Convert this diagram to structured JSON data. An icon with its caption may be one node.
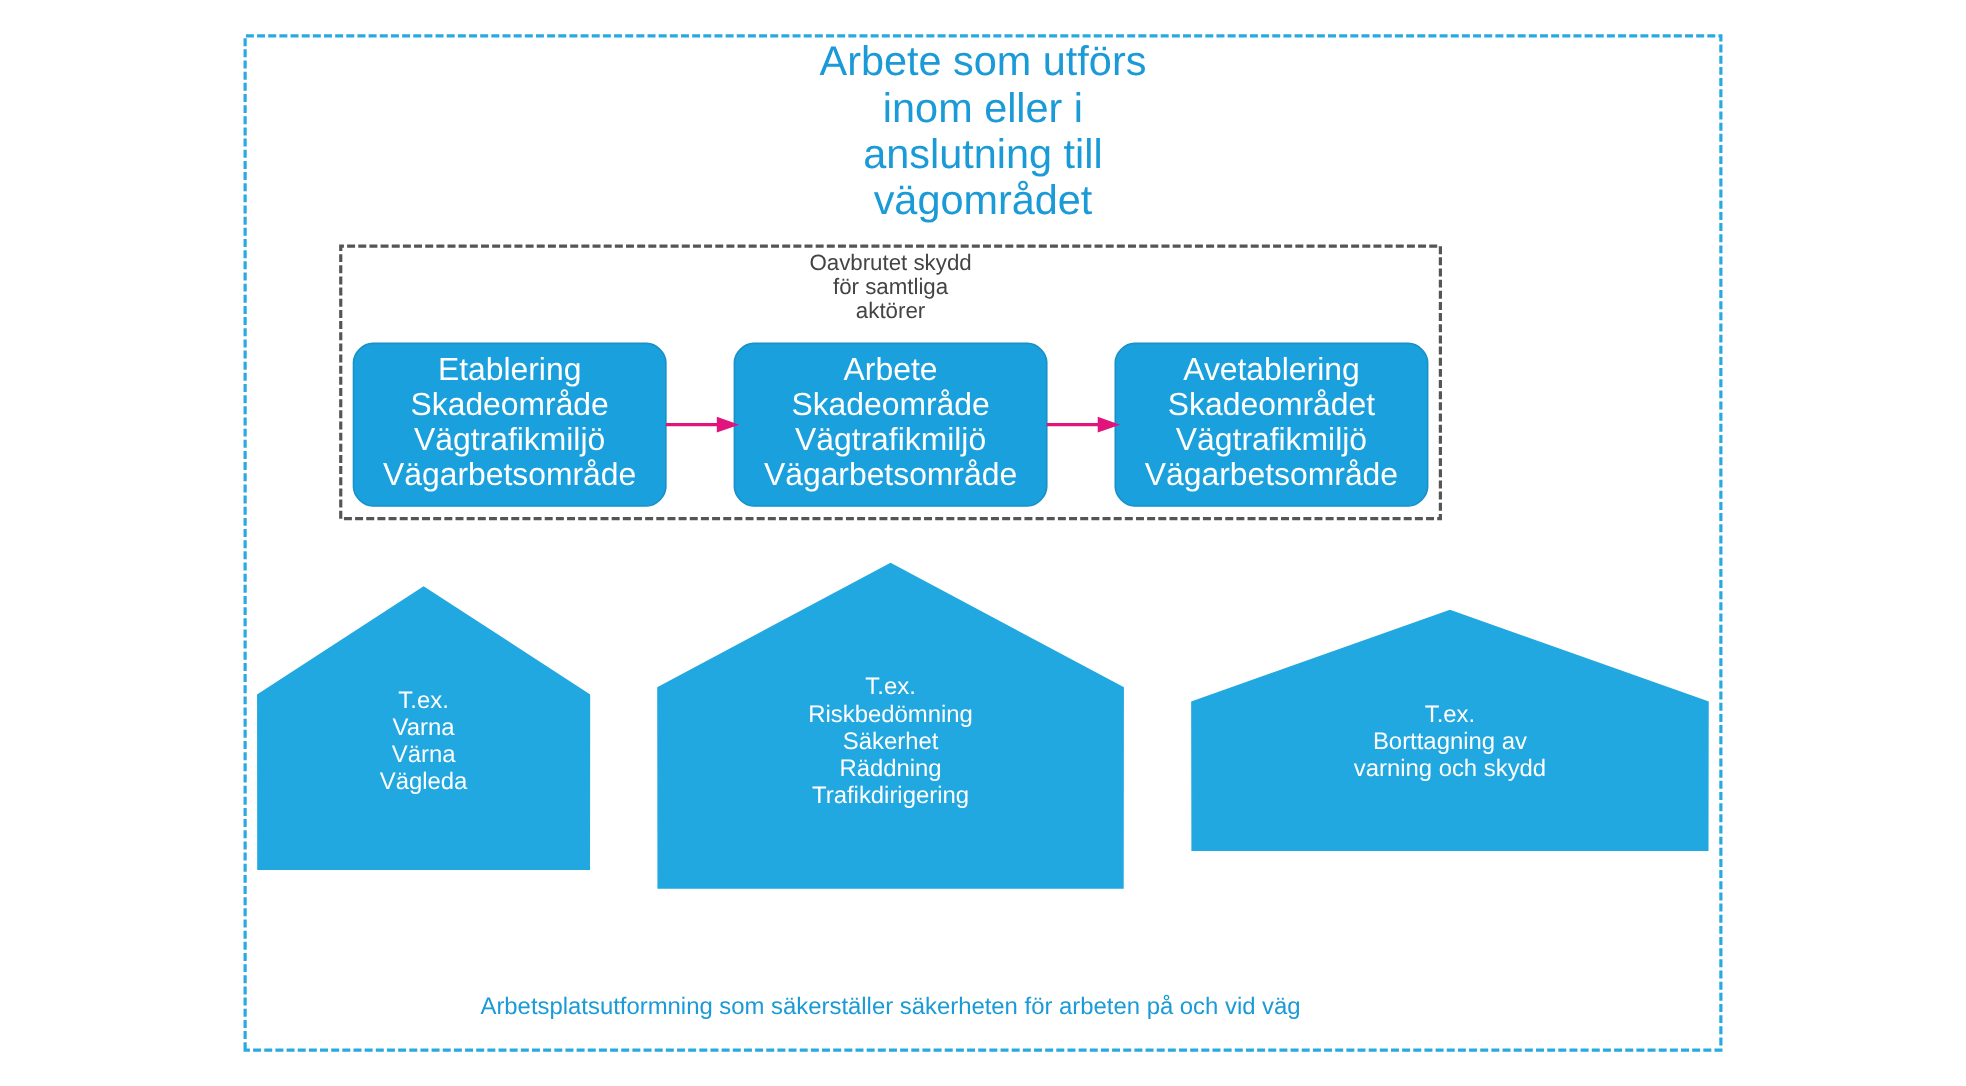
{
  "diagram": {
    "nodes": [
      {
        "text": [
          "Arbete som utförs inom eller i anslutning till vägområdet"
        ]
      },
      {
        "text": [
          "Oavbrutet skydd för samtliga aktörer"
        ],
        "in": 0
      },
      {
        "text": [
          "Etablering",
          "Skadeområde",
          "Vägtrafikmiljö",
          "Vägarbetsområde"
        ],
        "in": 1
      },
      {
        "text": [
          "Arbete",
          "Skadeområde",
          "Vägtrafikmiljö",
          "Vägarbetsområde"
        ],
        "in": 1
      },
      {
        "text": [
          "Avetablering",
          "Skadeområdet",
          "Vägtrafikmiljö",
          "Vägarbetsområde"
        ],
        "in": 1
      },
      {
        "text": [
          "T.ex.",
          "Varna",
          "Värna",
          "Vägleda"
        ],
        "in": 0
      },
      {
        "text": [
          "T.ex.",
          "Riskbedömning",
          "Säkerhet",
          "Räddning",
          "Trafikdirigering"
        ],
        "in": 0
      },
      {
        "text": [
          "T.ex.",
          "Borttagning av varning och skydd"
        ],
        "in": 0
      }
    ],
    "edges": [
      {
        "from": 2,
        "to": 3,
        "arrow": "to"
      },
      {
        "from": 3,
        "to": 4,
        "arrow": "to"
      }
    ],
    "labels": [
      "Arbetsplatsutformning som säkerställer säkerheten för arbeten på och vid väg"
    ]
  }
}
